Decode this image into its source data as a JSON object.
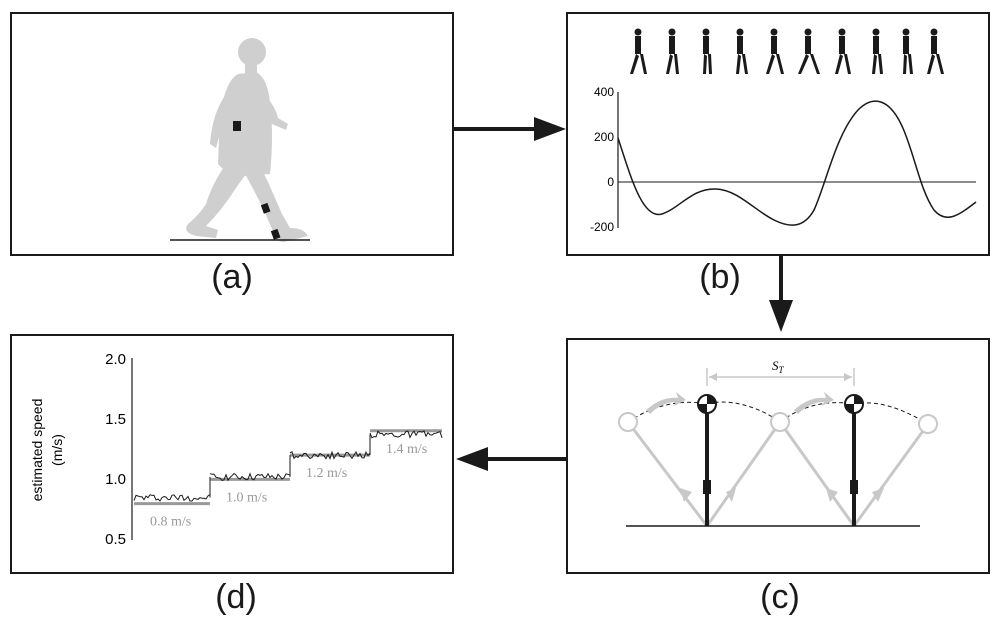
{
  "captions": {
    "a": "(a)",
    "b": "(b)",
    "c": "(c)",
    "d": "(d)"
  },
  "panel_b": {
    "y_ticks": [
      "400",
      "200",
      "0",
      "-200"
    ]
  },
  "panel_c": {
    "step_label_main": "S",
    "step_label_sub": "T"
  },
  "chart_data": {
    "type": "line",
    "ylabel_line1": "estimated speed",
    "ylabel_line2": "(m/s)",
    "y_ticks": [
      "2.0",
      "1.5",
      "1.0",
      "0.5"
    ],
    "ylim": [
      0.5,
      2.0
    ],
    "series": [
      {
        "name": "0.8 m/s",
        "target": 0.8,
        "estimate_mean": 0.85
      },
      {
        "name": "1.0 m/s",
        "target": 1.0,
        "estimate_mean": 1.02
      },
      {
        "name": "1.2 m/s",
        "target": 1.2,
        "estimate_mean": 1.2
      },
      {
        "name": "1.4 m/s",
        "target": 1.4,
        "estimate_mean": 1.37
      }
    ]
  },
  "colors": {
    "stroke": "#1a1a1a",
    "silhouette": "#cfcfcf",
    "gray": "#999999"
  }
}
